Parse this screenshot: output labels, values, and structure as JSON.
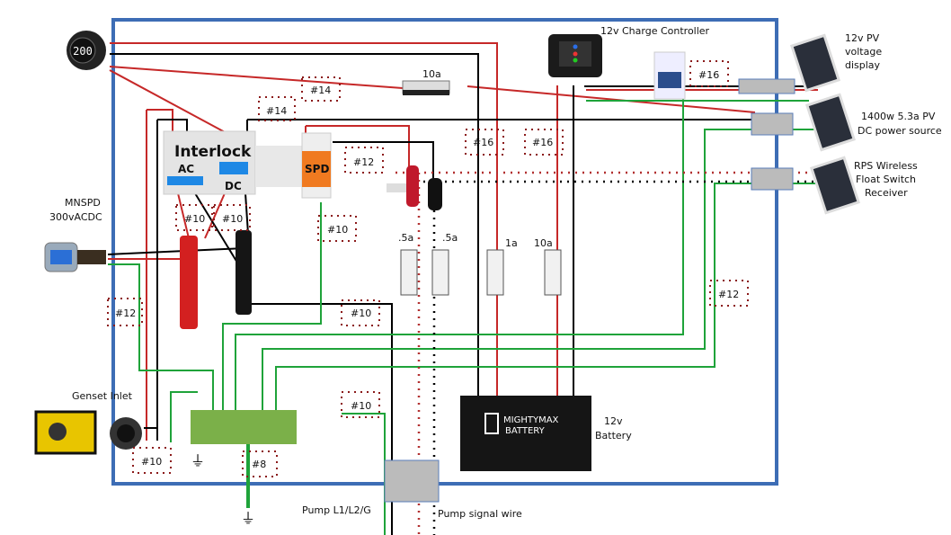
{
  "colors": {
    "enclosure": "#3d6db5",
    "positive_wire": "#c62828",
    "negative_wire": "#000000",
    "ground_wire": "#1fa33a",
    "spd_orange": "#f07a20",
    "busbar_red": "#d32020"
  },
  "components": {
    "voltage_display_reading": "200",
    "charge_controller": "12v Charge Controller",
    "pv_voltage_display": [
      "12v PV",
      "voltage",
      "display"
    ],
    "pv_power_source": [
      "1400w 5.3a PV",
      "DC power source"
    ],
    "float_switch_receiver": [
      "RPS Wireless",
      "Float Switch",
      "Receiver"
    ],
    "top_fuse": "10a",
    "interlock": "Interlock",
    "interlock_ac": "AC",
    "interlock_dc": "DC",
    "spd": "SPD",
    "mnspd": [
      "MNSPD",
      "300vACDC"
    ],
    "fuses": [
      ".5a",
      ".5a",
      "1a",
      "10a"
    ],
    "genset_inlet": "Genset Inlet",
    "battery": [
      "12v",
      "Battery"
    ],
    "battery_brand": [
      "MIGHTYMAX",
      "BATTERY"
    ],
    "pump_power": "Pump L1/L2/G",
    "pump_signal": "Pump signal wire"
  },
  "wire_gauges": [
    "#14",
    "#14",
    "#12",
    "#16",
    "#16",
    "#16",
    "#10",
    "#10",
    "#10",
    "#12",
    "#10",
    "#12",
    "#10",
    "#10",
    "#8"
  ]
}
